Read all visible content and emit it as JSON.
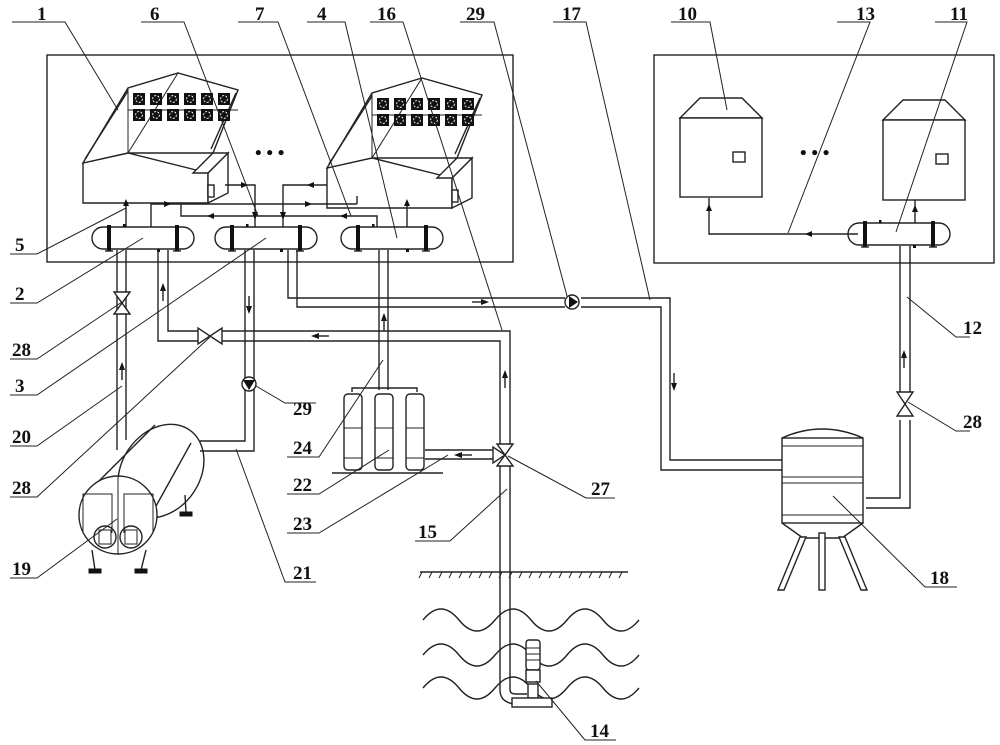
{
  "title": "Greenhouse / aquaculture geothermal heat exchange system schematic",
  "labels": {
    "l1": "1",
    "l2": "2",
    "l3": "3",
    "l4": "4",
    "l5": "5",
    "l6": "6",
    "l7": "7",
    "l10": "10",
    "l11": "11",
    "l12": "12",
    "l13": "13",
    "l14": "14",
    "l15": "15",
    "l16": "16",
    "l17": "17",
    "l18": "18",
    "l19": "19",
    "l20": "20",
    "l21": "21",
    "l22": "22",
    "l23": "23",
    "l24": "24",
    "l27": "27",
    "l28a": "28",
    "l28b": "28",
    "l28c": "28",
    "l29a": "29",
    "l29b": "29"
  },
  "ellipsis": "• • •",
  "colors": {
    "line": "#222222",
    "background": "#ffffff"
  }
}
